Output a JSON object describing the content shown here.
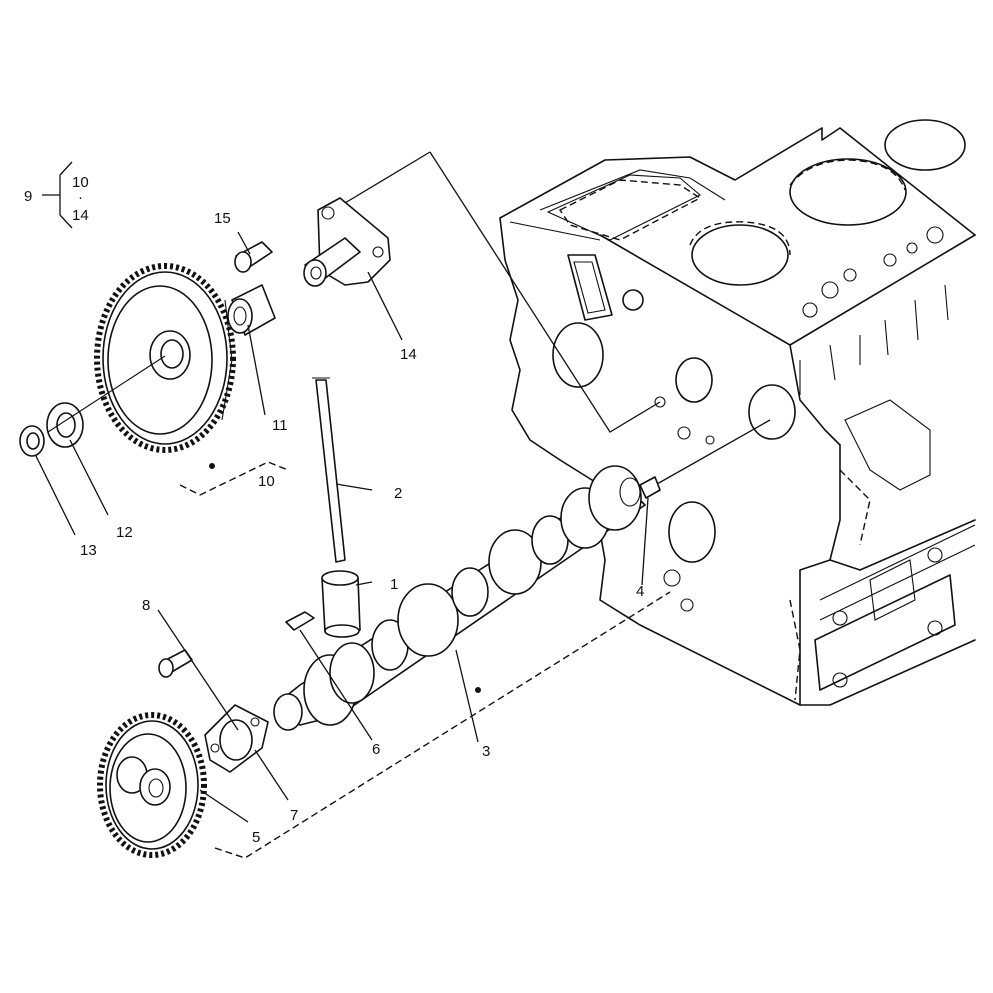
{
  "diagram": {
    "kit_bracket": {
      "number": "9",
      "range_start": "10",
      "range_sep": "·",
      "range_end": "14"
    },
    "callouts": [
      {
        "id": "c1",
        "text": "1"
      },
      {
        "id": "c2",
        "text": "2"
      },
      {
        "id": "c3",
        "text": "3"
      },
      {
        "id": "c4",
        "text": "4"
      },
      {
        "id": "c5",
        "text": "5"
      },
      {
        "id": "c6",
        "text": "6"
      },
      {
        "id": "c7",
        "text": "7"
      },
      {
        "id": "c8",
        "text": "8"
      },
      {
        "id": "c10",
        "text": "10"
      },
      {
        "id": "c11",
        "text": "11"
      },
      {
        "id": "c12",
        "text": "12"
      },
      {
        "id": "c13",
        "text": "13"
      },
      {
        "id": "c14",
        "text": "14"
      },
      {
        "id": "c15",
        "text": "15"
      }
    ]
  }
}
